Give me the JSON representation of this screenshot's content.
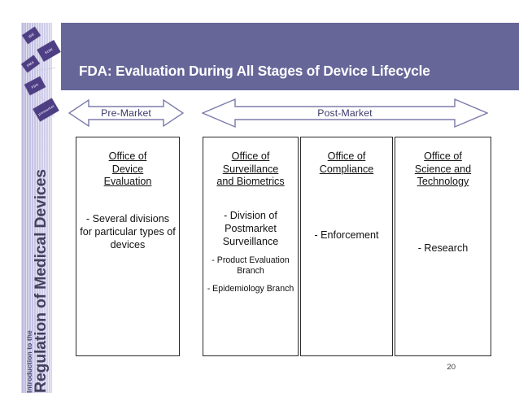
{
  "slide": {
    "title": "FDA: Evaluation During All Stages of Device Lifecycle",
    "number": "20",
    "title_bar_color": "#666699",
    "sidebar_band_color": "#c5c3e0",
    "arrow_stroke_color": "#7b7bab",
    "arrow_label_color": "#3b3b6b",
    "box_border_color": "#2b2b2b"
  },
  "sidebar": {
    "line_small": "Introduction to the",
    "line_large": "Regulation of Medical Devices",
    "decorations": [
      {
        "label": "IDE"
      },
      {
        "label": "510K"
      },
      {
        "label": "PMA"
      },
      {
        "label": "FDA"
      },
      {
        "label": "premarket"
      }
    ]
  },
  "arrows": [
    {
      "id": "pre-market",
      "label": "Pre-Market"
    },
    {
      "id": "post-market",
      "label": "Post-Market"
    }
  ],
  "boxes": [
    {
      "id": "office-of-device-evaluation",
      "title": "Office of\nDevice\nEvaluation",
      "title_lines": [
        "Office of",
        "Device",
        "Evaluation"
      ],
      "items": [
        {
          "text": "- Several divisions for particular types of devices",
          "size": "large"
        }
      ]
    },
    {
      "id": "office-of-surveillance-and-biometrics",
      "title": "Office of\nSurveillance\nand Biometrics",
      "title_lines": [
        "Office of",
        "Surveillance",
        "and Biometrics"
      ],
      "items": [
        {
          "text": "- Division of Postmarket Surveillance",
          "size": "large"
        },
        {
          "text": "- Product Evaluation Branch",
          "size": "small"
        },
        {
          "text": "- Epidemiology Branch",
          "size": "small"
        }
      ]
    },
    {
      "id": "office-of-compliance",
      "title": "Office of\nCompliance",
      "title_lines": [
        "Office of",
        "Compliance"
      ],
      "items": [
        {
          "text": "- Enforcement",
          "size": "large"
        }
      ]
    },
    {
      "id": "office-of-science-and-technology",
      "title": "Office of\nScience and\nTechnology",
      "title_lines": [
        "Office of",
        "Science and",
        "Technology"
      ],
      "items": [
        {
          "text": "- Research",
          "size": "large"
        }
      ]
    }
  ]
}
